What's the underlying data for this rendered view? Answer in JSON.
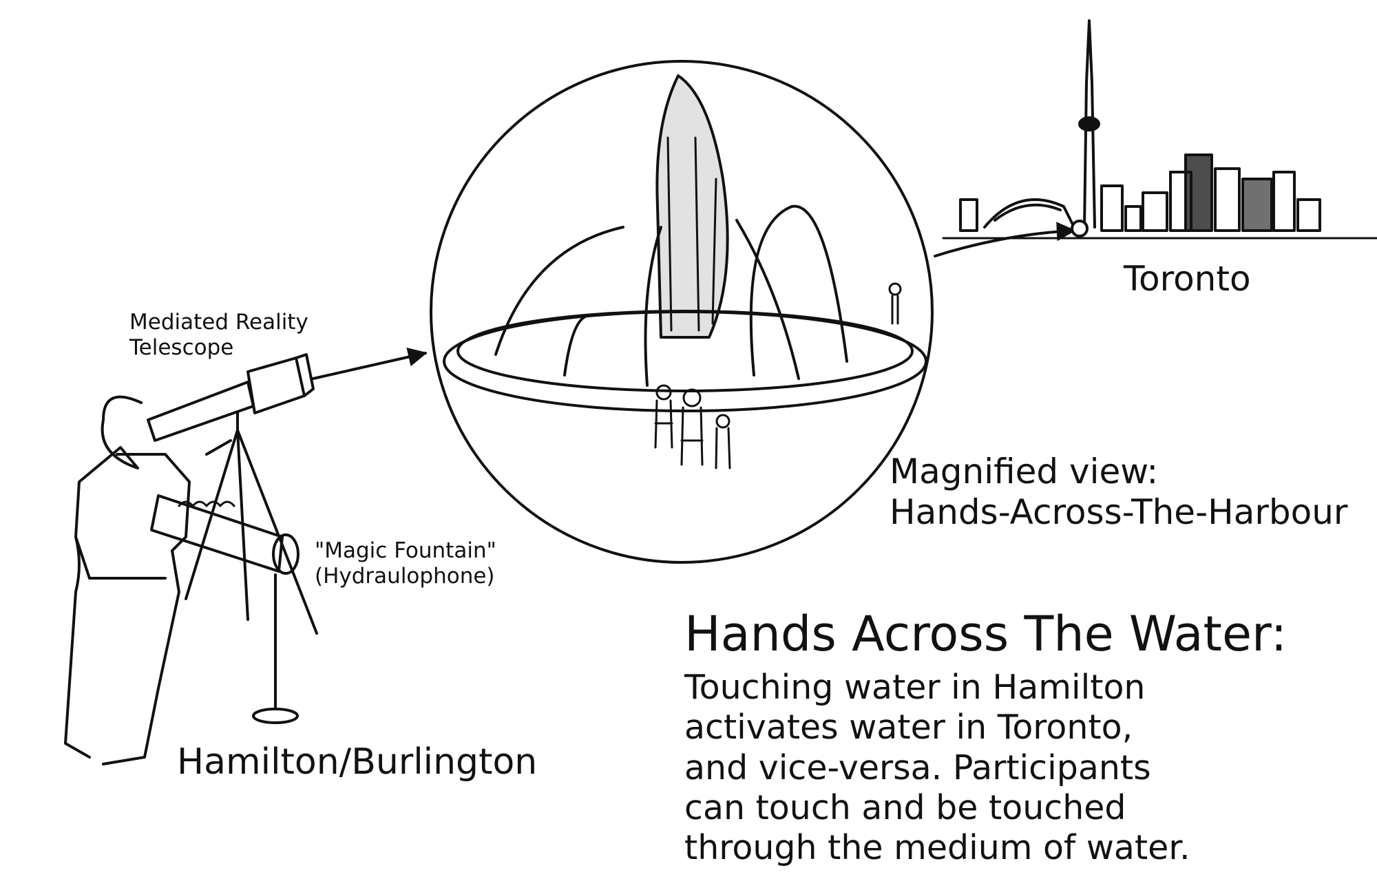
{
  "labels": {
    "telescope": [
      "Mediated Reality",
      "Telescope"
    ],
    "fountain": [
      "\"Magic Fountain\"",
      "(Hydraulophone)"
    ],
    "hamilton": "Hamilton/Burlington",
    "toronto": "Toronto",
    "magnified": [
      "Magnified view:",
      "Hands-Across-The-Harbour"
    ]
  },
  "headline": "Hands Across The Water:",
  "body_lines": [
    "Touching water in Hamilton",
    "activates water in Toronto,",
    "and vice-versa.  Participants",
    "can touch and be touched",
    "through the medium of water."
  ],
  "colors": {
    "ink": "#111111",
    "paper": "#ffffff"
  }
}
